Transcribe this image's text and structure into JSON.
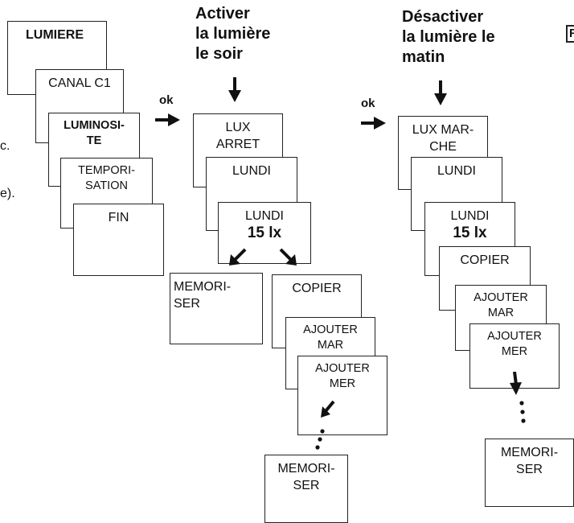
{
  "fragments": {
    "line1": "c.",
    "line2": "e)."
  },
  "corner_letter": "F",
  "menu": {
    "lumiere": "LUMIERE",
    "canal": "CANAL C1",
    "lum1": "LUMINOSI-",
    "lum2": "TE",
    "temp1": "TEMPORI-",
    "temp2": "SATION",
    "fin": "FIN"
  },
  "column_evening": {
    "heading": [
      "Activer",
      "la lumière",
      "le soir"
    ],
    "ok": "ok",
    "lux1": "LUX",
    "lux2": "ARRET",
    "day": "LUNDI",
    "day2": "LUNDI",
    "value": "15 lx",
    "memorise1": "MEMORI-",
    "memorise2": "SER",
    "copy": "COPIER",
    "add1a": "AJOUTER",
    "add1b": "MAR",
    "add2a": "AJOUTER",
    "add2b": "MER",
    "memorise_end1": "MEMORI-",
    "memorise_end2": "SER"
  },
  "column_morning": {
    "heading": [
      "Désactiver",
      "la lumière le",
      "matin"
    ],
    "ok": "ok",
    "lux1": "LUX MAR-",
    "lux2": "CHE",
    "day": "LUNDI",
    "day2": "LUNDI",
    "value": "15 lx",
    "copy": "COPIER",
    "add1a": "AJOUTER",
    "add1b": "MAR",
    "add2a": "AJOUTER",
    "add2b": "MER",
    "memorise_end1": "MEMORI-",
    "memorise_end2": "SER"
  }
}
